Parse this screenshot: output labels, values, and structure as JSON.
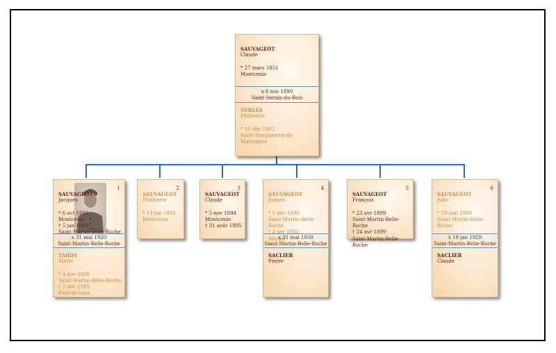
{
  "root": {
    "husband": {
      "surname": "SAUVAGEOT",
      "given": "Claude",
      "birth": "* 27 mars 1851",
      "birth_place": "Montcenis"
    },
    "marriage": {
      "date": "x 8 nov 1890",
      "place": "Saint-Sernin-du-Bois"
    },
    "wife": {
      "surname": "VERLES",
      "given": "Philiberte",
      "birth": "* 10 déc 1862",
      "birth_place": "Saint-Symphorien-de-Marmagne"
    }
  },
  "children": [
    {
      "num": "1",
      "surname": "SAUVAGEOT",
      "given": "Jacques",
      "lines": [
        "* 6 oct 1891",
        "Montcenis",
        "† 5 jan 1969",
        "Saint-Martin-Belle-Roche"
      ],
      "marriage": {
        "date": "x 31 mai 1920",
        "place": "Saint-Martin-Belle-Roche"
      },
      "spouse": {
        "surname": "TARDY",
        "given": "Marie",
        "lines": [
          "* 4 nov 1898",
          "Saint-Martin-Belle-Roche",
          "† 2 déc 1985",
          "Pont-de-Vaux"
        ]
      }
    },
    {
      "num": "2",
      "surname": "SAUVAGEOT",
      "given": "Philiberte",
      "lines": [
        "* 13 jan 1893",
        "Montcenis"
      ]
    },
    {
      "num": "3",
      "surname": "SAUVAGEOT",
      "given": "Claude",
      "lines": [
        "* 5 nov 1894",
        "Montcenis",
        "† 31 août 1895"
      ]
    },
    {
      "num": "4",
      "surname": "SAUVAGEOT",
      "given": "Jeanne",
      "lines": [
        "* 1 déc 1896",
        "Saint-Martin-Belle-Roche",
        "† 2 avr 1985",
        "Mâcon"
      ],
      "marriage": {
        "date": "x 31 mai 1930",
        "place": "Saint-Martin-Belle-Roche"
      },
      "spouse": {
        "surname": "SACLIER",
        "given": "Pierre",
        "lines": []
      }
    },
    {
      "num": "5",
      "surname": "SAUVAGEOT",
      "given": "François",
      "lines": [
        "* 23 avr 1899",
        "Saint-Martin-Belle-Roche",
        "† 24 avr 1899",
        "Saint-Martin-Belle-Roche"
      ]
    },
    {
      "num": "6",
      "surname": "SAUVAGEOT",
      "given": "Julie",
      "lines": [
        "* 29 mai 1900",
        "Saint-Martin-Belle-Roche"
      ],
      "marriage": {
        "date": "x 19 jan 1929",
        "place": "Saint-Martin-Belle-Roche"
      },
      "spouse": {
        "surname": "SACLIER",
        "given": "Claude",
        "lines": []
      }
    }
  ]
}
